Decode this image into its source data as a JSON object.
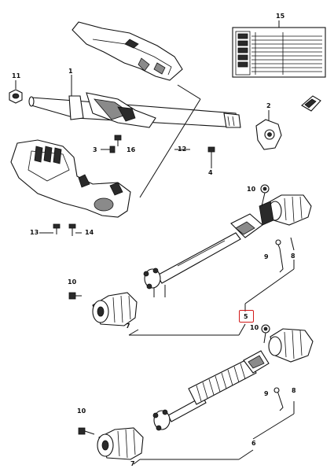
{
  "callouts": {
    "c1": "1",
    "c2": "2",
    "c3": "3",
    "c4": "4",
    "c5": "5",
    "c6": "6",
    "c7a": "7",
    "c7b": "7",
    "c8a": "8",
    "c8b": "8",
    "c9a": "9",
    "c9b": "9",
    "c10a": "10",
    "c10b": "10",
    "c10c": "10",
    "c10d": "10",
    "c11": "11",
    "c12": "12",
    "c13": "13",
    "c14": "14",
    "c15": "15",
    "c16": "16"
  },
  "colors": {
    "line": "#111111",
    "highlight": "#d21a1a",
    "background": "#ffffff"
  }
}
